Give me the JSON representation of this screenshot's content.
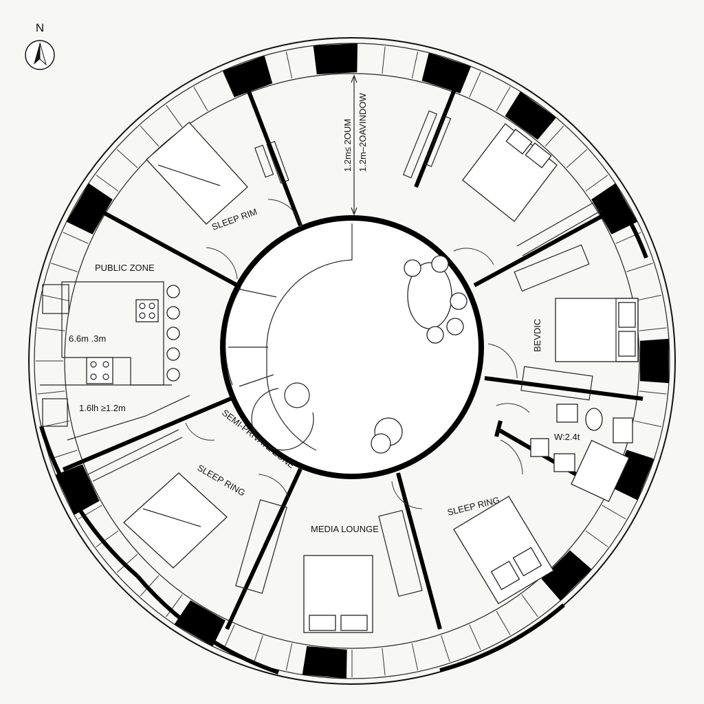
{
  "compass": {
    "north": "N"
  },
  "labels": {
    "dimension_vertical_1": "1.2m≤ 2OUM",
    "dimension_vertical_2": "1.2m–2OAVINDOW",
    "sleep_rim": "SLEEP RIM",
    "public_zone": "PUBLIC ZONE",
    "dim_kitchen": "6.6m .3m",
    "dim_left": "1.6lh ≥1.2m",
    "semi_private_zone": "SEMI-PRIVATE ZONE",
    "sleep_ring_left": "SLEEP RING",
    "media_lounge": "MEDIA LOUNGE",
    "sleep_ring_right": "SLEEP RING",
    "bath_dim": "W:2.4t",
    "bedroom_east": "BEVDIC"
  }
}
